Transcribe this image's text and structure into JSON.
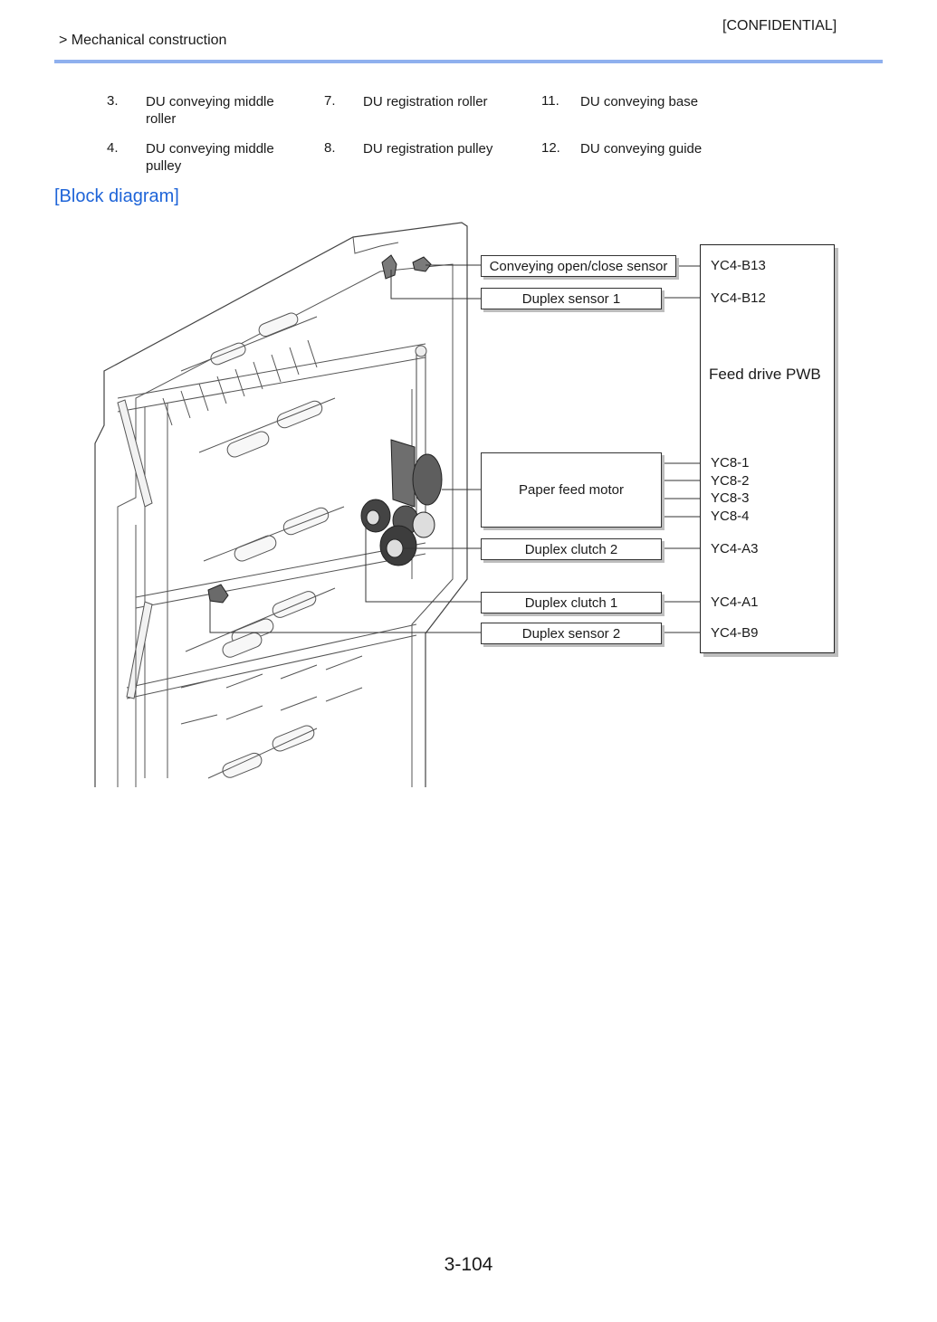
{
  "header": {
    "confidential": "[CONFIDENTIAL]",
    "breadcrumb": "> Mechanical construction"
  },
  "parts": [
    {
      "num": "3.",
      "label": "DU conveying middle roller"
    },
    {
      "num": "7.",
      "label": "DU registration roller"
    },
    {
      "num": "11.",
      "label": "DU conveying base"
    },
    {
      "num": "4.",
      "label": "DU conveying middle pulley"
    },
    {
      "num": "8.",
      "label": "DU registration pulley"
    },
    {
      "num": "12.",
      "label": "DU conveying guide"
    }
  ],
  "section_title": "[Block diagram]",
  "diagram": {
    "components": [
      "Conveying open/close sensor",
      "Duplex sensor 1",
      "Paper feed motor",
      "Duplex clutch 2",
      "Duplex clutch 1",
      "Duplex sensor 2"
    ],
    "board": "Feed drive PWB",
    "connectors": [
      "YC4-B13",
      "YC4-B12",
      "YC8-1",
      "YC8-2",
      "YC8-3",
      "YC8-4",
      "YC4-A3",
      "YC4-A1",
      "YC4-B9"
    ]
  },
  "footer": {
    "page_number": "3-104"
  }
}
